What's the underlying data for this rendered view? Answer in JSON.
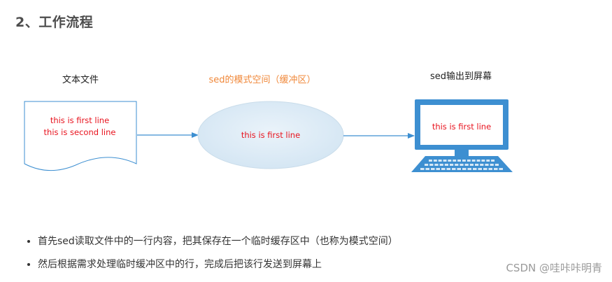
{
  "heading": "2、工作流程",
  "diagram": {
    "file_label": "文本文件",
    "file_lines": [
      "this is first line",
      "this is second line"
    ],
    "pattern_label": "sed的模式空间（缓冲区）",
    "pattern_text": "this is first line",
    "screen_label": "sed输出到屏幕",
    "screen_text": "this is first line"
  },
  "bullets": [
    "首先sed读取文件中的一行内容，把其保存在一个临时缓存区中（也称为模式空间）",
    "然后根据需求处理临时缓冲区中的行，完成后把该行发送到屏幕上"
  ],
  "watermark": "CSDN @哇咔咔明青",
  "colors": {
    "accent_blue": "#3d8fd1",
    "ellipse_fill": "#dcebf6",
    "red_text": "#e8131e",
    "orange_label": "#f0883a"
  }
}
